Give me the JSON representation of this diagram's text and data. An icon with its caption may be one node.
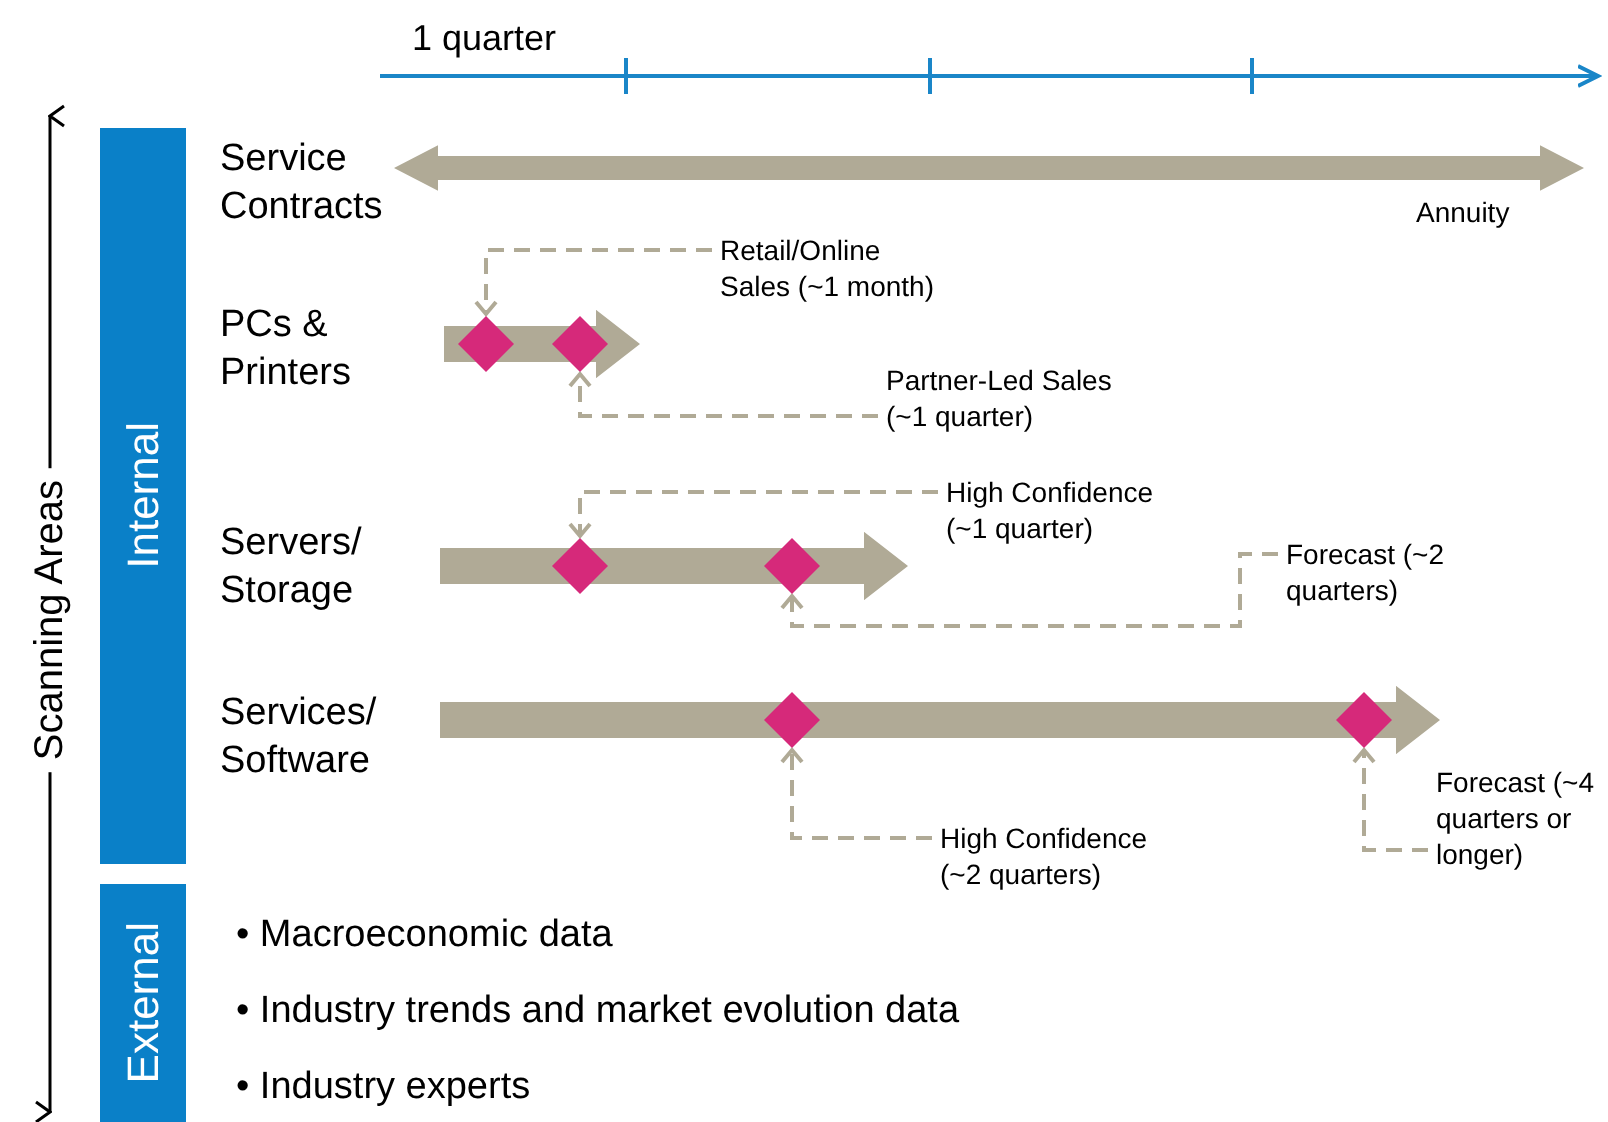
{
  "diagram": {
    "nodes": [
      {
        "text": [
          "Internal"
        ]
      },
      {
        "text": [
          "External"
        ]
      },
      {
        "text": [],
        "shape": "bar",
        "beside": [
          "Annuity"
        ]
      },
      {
        "text": [
          "Retail/Online Sales (~1 month)"
        ]
      },
      {
        "text": [],
        "shape": "bar"
      },
      {
        "text": [],
        "shape": "diamond",
        "in": 4
      },
      {
        "text": [],
        "shape": "diamond",
        "in": 4
      },
      {
        "text": [
          "Partner-Led Sales (~1 quarter)"
        ]
      },
      {
        "text": [
          "High Confidence (~1 quarter)"
        ]
      },
      {
        "text": [],
        "shape": "bar"
      },
      {
        "text": [],
        "shape": "diamond",
        "in": 9
      },
      {
        "text": [],
        "shape": "diamond",
        "in": 9
      },
      {
        "text": [
          "Forecast (~2 quarters)"
        ]
      },
      {
        "text": [],
        "shape": "bar"
      },
      {
        "text": [],
        "shape": "diamond",
        "in": 13
      },
      {
        "text": [],
        "shape": "diamond",
        "in": 13
      },
      {
        "text": [
          "High Confidence (~2 quarters)"
        ]
      },
      {
        "text": [
          "Forecast (~4 quarters or longer)"
        ]
      }
    ],
    "edges": [
      {
        "from": 3,
        "to": 5,
        "arrow": "to",
        "style": "dashed"
      },
      {
        "from": 7,
        "to": 6,
        "arrow": "to",
        "style": "dashed"
      },
      {
        "from": 8,
        "to": 10,
        "arrow": "to",
        "style": "dashed"
      },
      {
        "from": 12,
        "to": 11,
        "arrow": "to",
        "style": "dashed"
      },
      {
        "from": 16,
        "to": 14,
        "arrow": "to",
        "style": "dashed"
      },
      {
        "from": 17,
        "to": 15,
        "arrow": "to",
        "style": "dashed"
      }
    ],
    "labels": [
      "1 quarter",
      "Scanning Areas",
      "Service Contracts",
      "PCs & Printers",
      "Servers/ Storage",
      "Services/ Software",
      "• Macroeconomic data",
      "• Industry trends and market evolution data",
      "• Industry experts"
    ]
  }
}
